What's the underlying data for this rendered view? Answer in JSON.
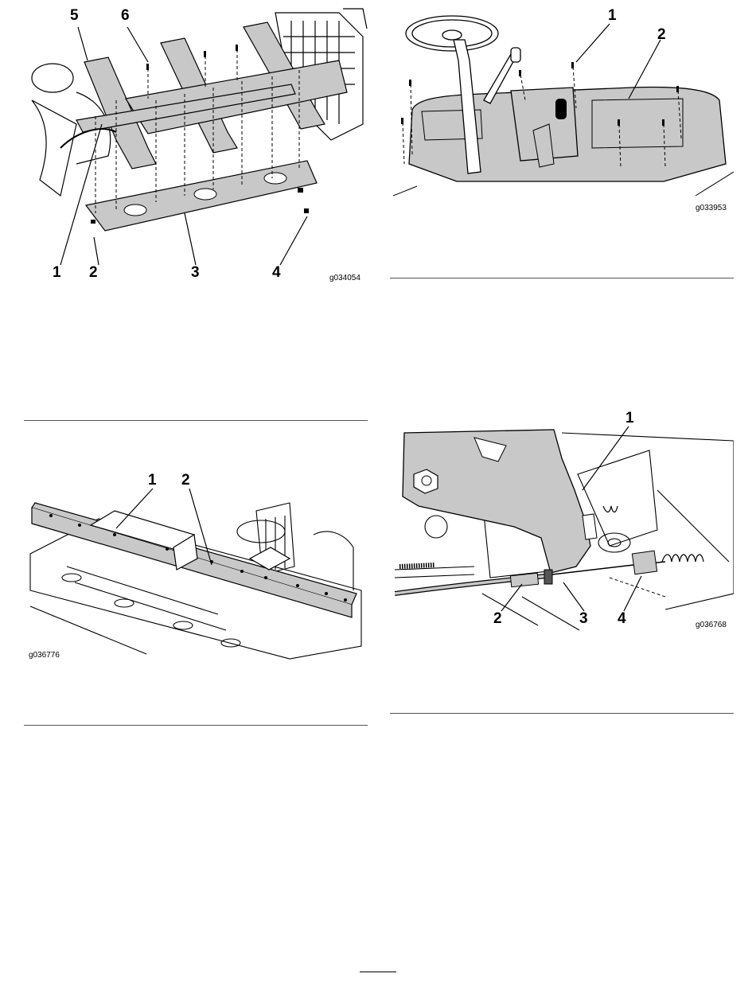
{
  "figures": [
    {
      "id": "fig-top-left",
      "code": "g034054",
      "callouts": [
        "1",
        "2",
        "3",
        "4",
        "5",
        "6"
      ]
    },
    {
      "id": "fig-top-right",
      "code": "g033953",
      "callouts": [
        "1",
        "2"
      ]
    },
    {
      "id": "fig-bottom-left",
      "code": "g036776",
      "callouts": [
        "1",
        "2"
      ]
    },
    {
      "id": "fig-bottom-right",
      "code": "g036768",
      "callouts": [
        "1",
        "2",
        "3",
        "4"
      ]
    }
  ],
  "colors": {
    "part_fill": "#c8c8c8",
    "line": "#000000",
    "background": "#ffffff"
  }
}
